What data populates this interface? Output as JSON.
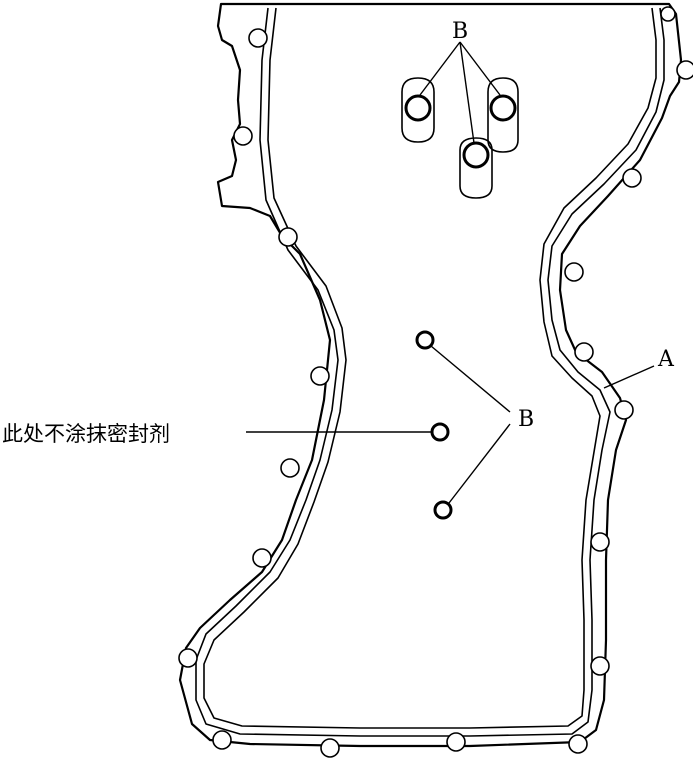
{
  "labels": {
    "seal_bead": "A",
    "dowel_group_top": "B",
    "dowel_group_mid": "B",
    "no_sealant_note": "此处不涂抹密封剂"
  }
}
